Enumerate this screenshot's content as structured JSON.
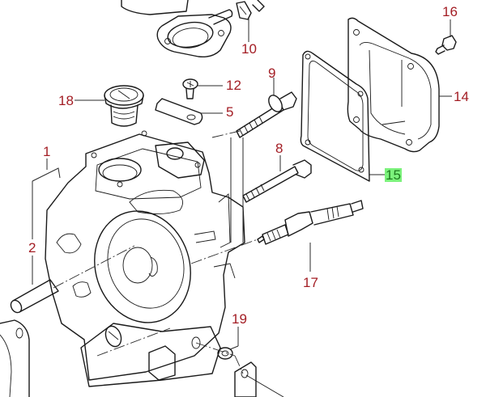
{
  "diagram": {
    "title": "Cylinder head exploded parts diagram",
    "label_color": "#a31d24",
    "highlight_color": "#7cf27c",
    "callouts": [
      {
        "id": "1",
        "part": "cylinder-head",
        "highlighted": false
      },
      {
        "id": "2",
        "part": "dowel-pin",
        "highlighted": false
      },
      {
        "id": "5",
        "part": "plate",
        "highlighted": false
      },
      {
        "id": "8",
        "part": "bolt-short",
        "highlighted": false
      },
      {
        "id": "9",
        "part": "bolt-long",
        "highlighted": false
      },
      {
        "id": "10",
        "part": "clip",
        "highlighted": false
      },
      {
        "id": "12",
        "part": "screw",
        "highlighted": false
      },
      {
        "id": "14",
        "part": "cylinder-head-cover",
        "highlighted": false
      },
      {
        "id": "15",
        "part": "cover-gasket",
        "highlighted": true
      },
      {
        "id": "16",
        "part": "cover-bolt",
        "highlighted": false
      },
      {
        "id": "17",
        "part": "spark-plug",
        "highlighted": false
      },
      {
        "id": "18",
        "part": "thermostat",
        "highlighted": false
      },
      {
        "id": "19",
        "part": "washer",
        "highlighted": false
      }
    ]
  }
}
